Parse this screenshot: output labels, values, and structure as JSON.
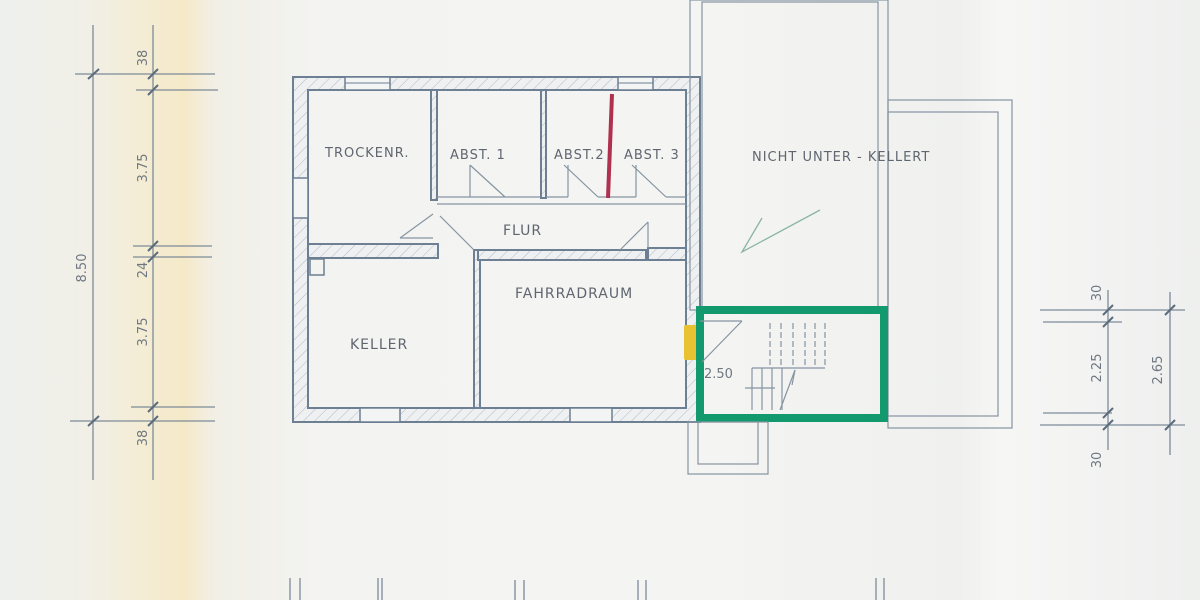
{
  "drawing": {
    "type": "basement floor plan (Kellergeschoss), scanned hand-drafted sheet",
    "rooms": [
      {
        "id": "trockenraum",
        "label": "TROCKENR."
      },
      {
        "id": "abst1",
        "label": "ABST. 1"
      },
      {
        "id": "abst2",
        "label": "ABST.2"
      },
      {
        "id": "abst3",
        "label": "ABST. 3"
      },
      {
        "id": "flur",
        "label": "FLUR"
      },
      {
        "id": "keller",
        "label": "KELLER"
      },
      {
        "id": "fahrradraum",
        "label": "FAHRRADRAUM"
      },
      {
        "id": "nicht-unterkellert",
        "label": "NICHT UNTER - KELLERT"
      }
    ],
    "stair": {
      "label": "2.50"
    },
    "dimensions_left": {
      "overall": "8.50",
      "segments": [
        "38",
        "3.75",
        "24",
        "3.75",
        "38"
      ]
    },
    "dimensions_right": {
      "inner": [
        "30",
        "2.25",
        "30"
      ],
      "overall": "2.65"
    },
    "markings": {
      "green_outline": "#129a6e",
      "red_wall": "#b0304f",
      "yellow_patch": "#e8c230"
    }
  }
}
